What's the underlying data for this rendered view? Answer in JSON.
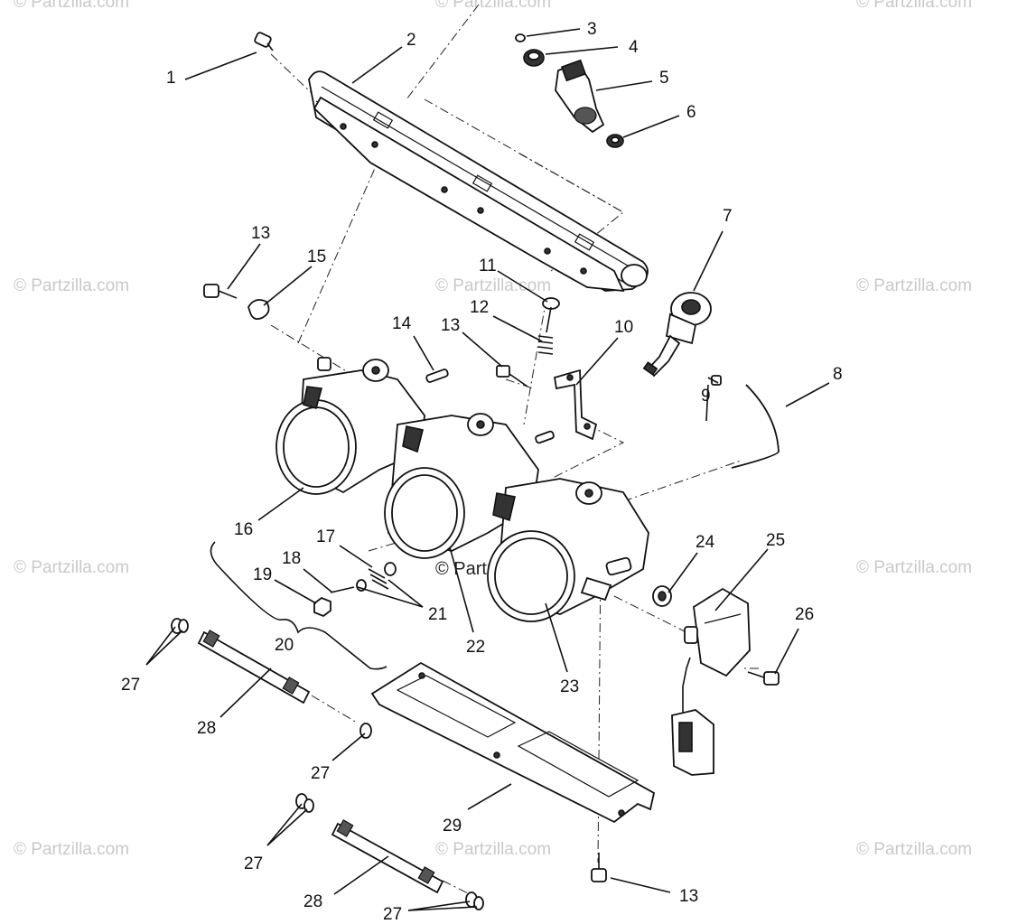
{
  "watermarks": {
    "tile_text": "© Partzilla.com",
    "center_text": "© Partzilla.com"
  },
  "callouts": {
    "c1": "1",
    "c2": "2",
    "c3": "3",
    "c4": "4",
    "c5": "5",
    "c6": "6",
    "c7": "7",
    "c8": "8",
    "c9": "9",
    "c10": "10",
    "c11": "11",
    "c12": "12",
    "c13a": "13",
    "c13b": "13",
    "c13c": "13",
    "c14": "14",
    "c15": "15",
    "c16": "16",
    "c17": "17",
    "c18": "18",
    "c19": "19",
    "c20": "20",
    "c21": "21",
    "c22": "22",
    "c23": "23",
    "c24": "24",
    "c25": "25",
    "c26": "26",
    "c27a": "27",
    "c27b": "27",
    "c27c": "27",
    "c27d": "27",
    "c28a": "28",
    "c28b": "28",
    "c29": "29"
  }
}
